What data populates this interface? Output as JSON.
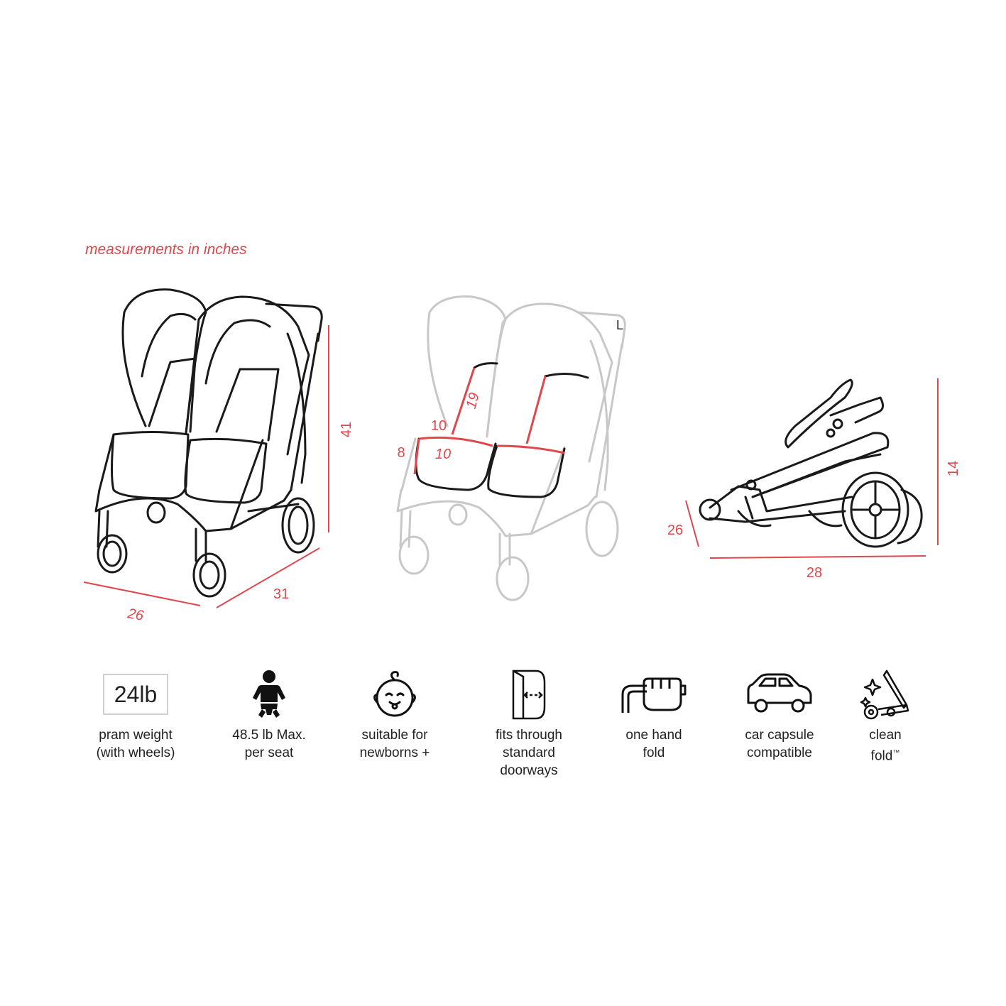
{
  "note": "measurements in inches",
  "dimensions": {
    "unfolded": {
      "height": "41",
      "width": "26",
      "depth": "31"
    },
    "seat": {
      "back_height": "19",
      "seat_width": "10",
      "seat_depth": "10",
      "footrest": "8"
    },
    "folded": {
      "height": "14",
      "width": "26",
      "length": "28"
    },
    "corner_mark": "L"
  },
  "features": [
    {
      "icon": "weight-box",
      "value": "24lb",
      "label_line1": "pram weight",
      "label_line2": "(with wheels)"
    },
    {
      "icon": "baby-icon",
      "label_line1": "48.5 lb Max.",
      "label_line2": "per seat"
    },
    {
      "icon": "newborn-face-icon",
      "label_line1": "suitable for",
      "label_line2": "newborns +"
    },
    {
      "icon": "doorway-icon",
      "label_line1": "fits through",
      "label_line2": "standard",
      "label_line3": "doorways"
    },
    {
      "icon": "hand-fold-icon",
      "label_line1": "one hand",
      "label_line2": "fold"
    },
    {
      "icon": "car-icon",
      "label_line1": "car capsule",
      "label_line2": "compatible"
    },
    {
      "icon": "clean-fold-icon",
      "label_line1": "clean",
      "label_line2": "fold",
      "label_mark": "™"
    }
  ],
  "colors": {
    "accent": "#e0474c",
    "line": "#1a1a1a",
    "ghost": "#c8c8c8"
  }
}
